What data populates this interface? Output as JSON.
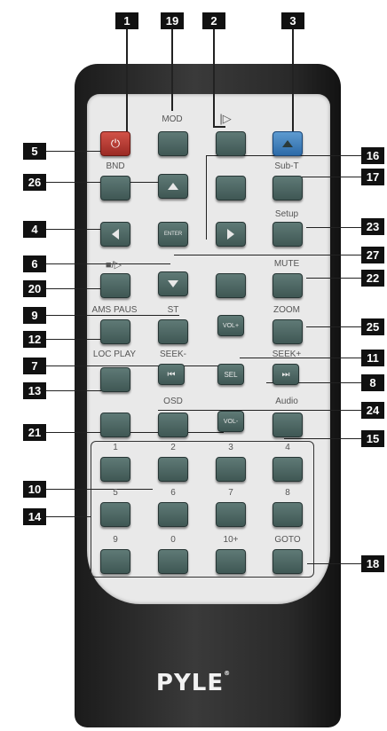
{
  "callouts": [
    "1",
    "19",
    "2",
    "3",
    "16",
    "17",
    "5",
    "26",
    "23",
    "4",
    "6",
    "27",
    "20",
    "22",
    "9",
    "12",
    "25",
    "7",
    "11",
    "13",
    "8",
    "24",
    "21",
    "15",
    "10",
    "14",
    "18"
  ],
  "labels": {
    "mod": "MOD",
    "pause_sym": "|▷",
    "bnd": "BND",
    "subt": "Sub-T",
    "setup": "Setup",
    "stop_sym": "■/▷",
    "mute": "MUTE",
    "ams_paus": "AMS PAUS",
    "st": "ST",
    "zoom": "ZOOM",
    "loc_play": "LOC PLAY",
    "seek_minus": "SEEK-",
    "seek_plus": "SEEK+",
    "osd": "OSD",
    "audio": "Audio",
    "goto": "GOTO",
    "digits": [
      "1",
      "2",
      "3",
      "4",
      "5",
      "6",
      "7",
      "8",
      "9",
      "0",
      "10+"
    ]
  },
  "buttons": {
    "enter": "ENTER",
    "vol_plus": "VOL+",
    "vol_minus": "VOL-",
    "sel": "SEL",
    "prev": "⏮",
    "next": "⏭",
    "power_icon": "power-icon"
  },
  "brand": {
    "name": "PYLE",
    "mark": "®"
  },
  "colors": {
    "power": "#c0392b",
    "eject": "#3b7fc4",
    "button": "#4d6663",
    "callout": "#111111"
  }
}
